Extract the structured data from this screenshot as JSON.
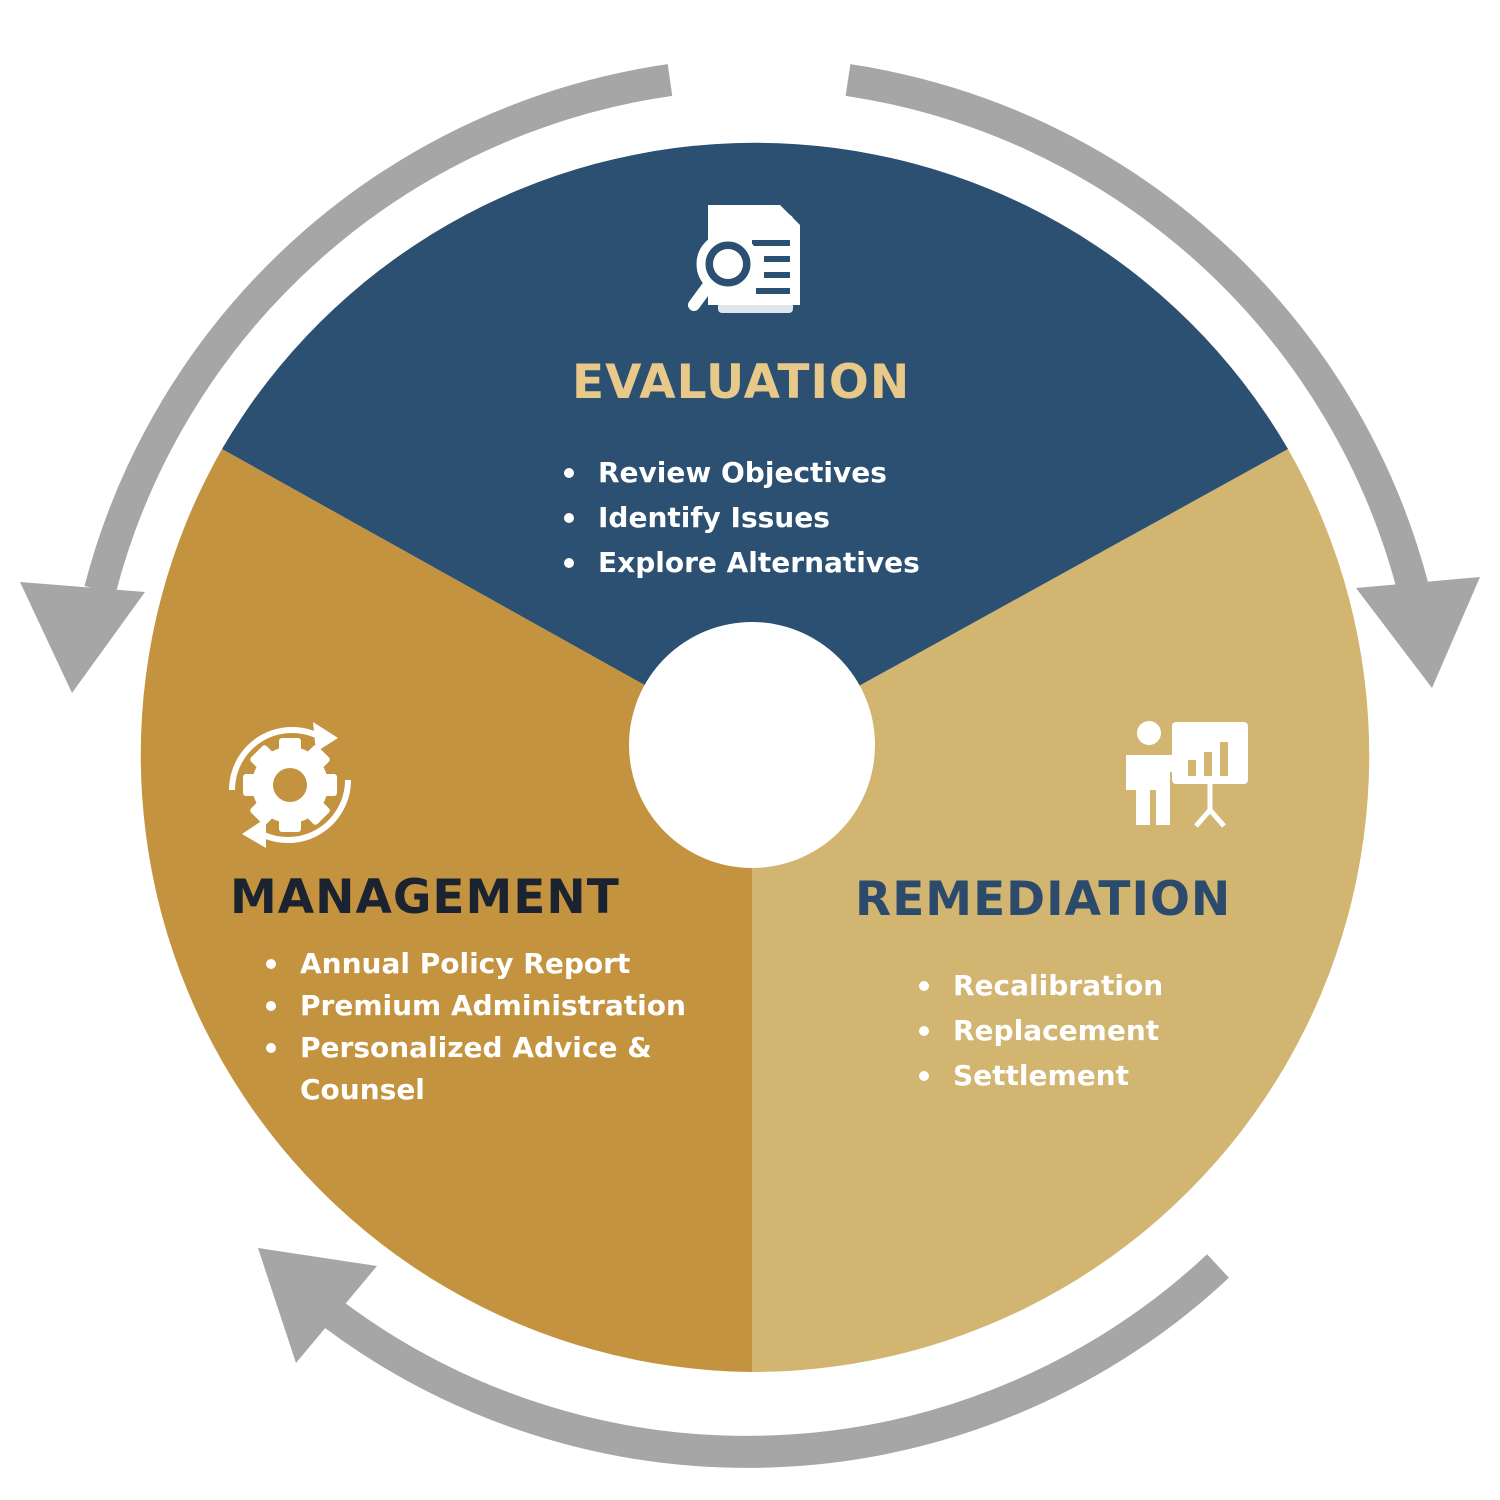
{
  "colors": {
    "evaluation": "#2c5071",
    "management": "#c4933f",
    "remediation": "#d1b571",
    "arrows": "#a6a6a6",
    "center": "#ffffff",
    "evaluation_title": "#e8c98a",
    "management_title": "#1c2330",
    "remediation_title": "#2c4a6b",
    "icon": "#ffffff"
  },
  "segments": {
    "evaluation": {
      "title": "EVALUATION",
      "icon": "document-magnifier-icon",
      "items": [
        "Review Objectives",
        "Identify Issues",
        "Explore Alternatives"
      ]
    },
    "management": {
      "title": "MANAGEMENT",
      "icon": "gear-cycle-icon",
      "items": [
        "Annual Policy Report",
        "Premium Administration",
        "Personalized Advice &",
        "Counsel"
      ]
    },
    "remediation": {
      "title": "REMEDIATION",
      "icon": "presenter-chart-icon",
      "items": [
        "Recalibration",
        "Replacement",
        "Settlement"
      ]
    }
  },
  "cycle_arrows": [
    "arrow-left-top",
    "arrow-right-top",
    "arrow-bottom"
  ]
}
